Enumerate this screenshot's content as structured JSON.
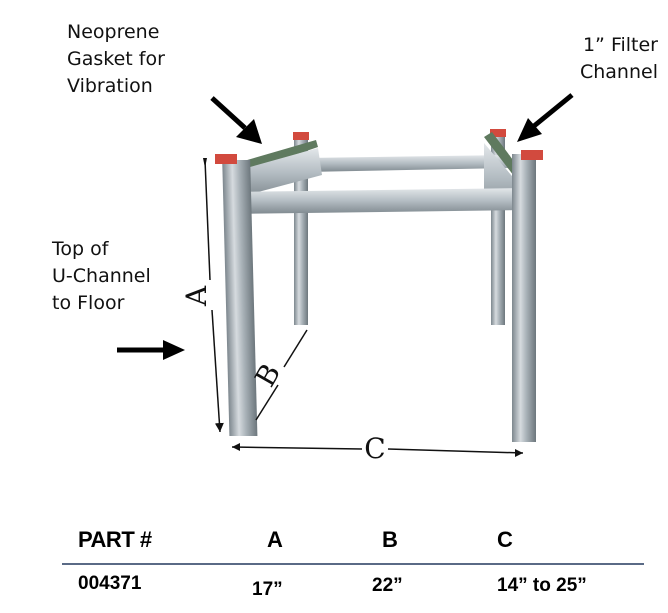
{
  "callouts": {
    "neoprene": {
      "lines": [
        "Neoprene",
        "Gasket for",
        "Vibration"
      ]
    },
    "filter": {
      "lines": [
        "1” Filter",
        "Channel"
      ]
    },
    "uchannel": {
      "lines": [
        "Top  of",
        "U-Channel",
        "to Floor"
      ]
    }
  },
  "dimensions": {
    "a": "A",
    "b": "B",
    "c": "C"
  },
  "colors": {
    "metal_light": "#c9cfd4",
    "metal_mid": "#9aa4ab",
    "metal_dark": "#6f7a80",
    "gasket_green": "#5f7a5f",
    "cap_red": "#d24a3e",
    "divider": "#5a6a86"
  },
  "table": {
    "headers": [
      "PART #",
      "A",
      "B",
      "C"
    ],
    "rows": [
      [
        "004371",
        "17”",
        "22”",
        "14” to 25”"
      ]
    ]
  }
}
